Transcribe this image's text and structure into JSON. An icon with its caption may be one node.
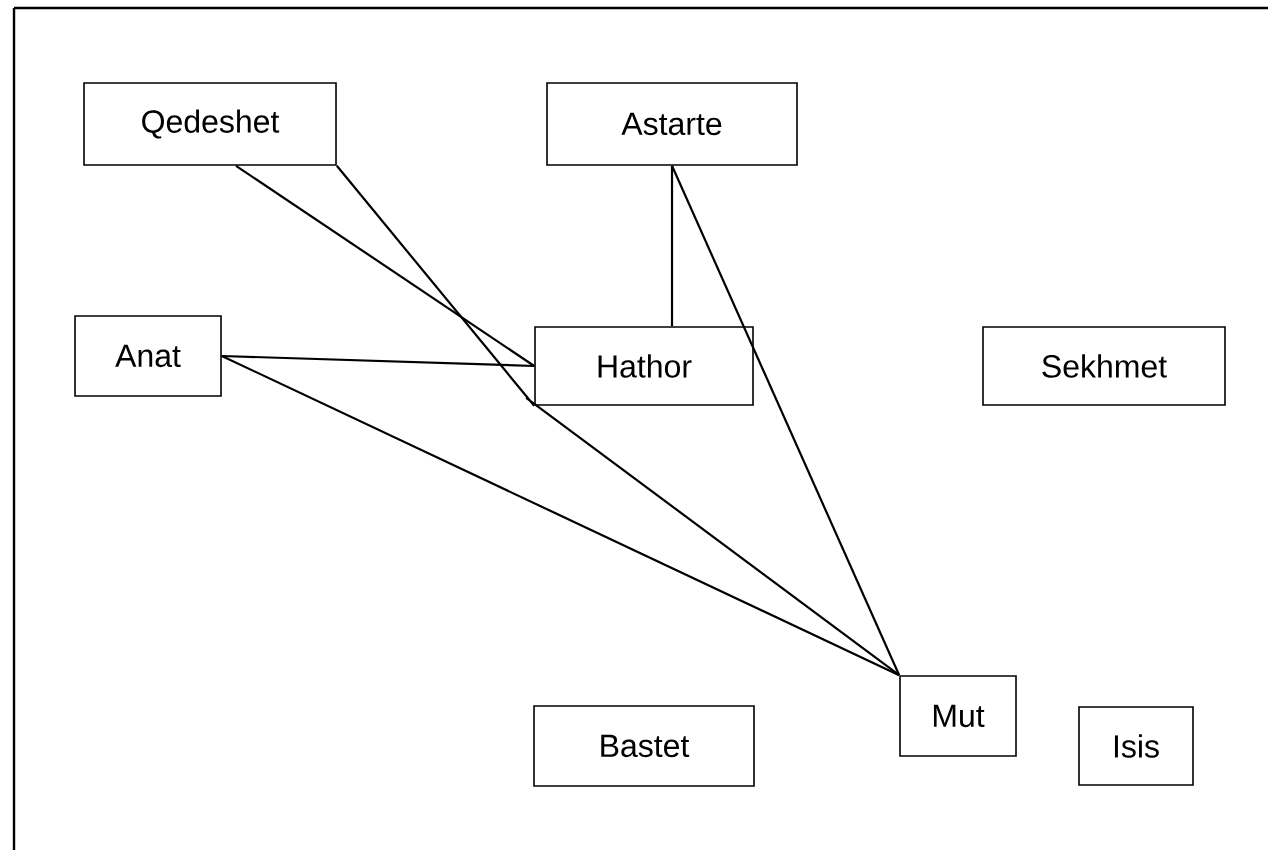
{
  "diagram": {
    "nodes": [
      {
        "text": [
          "Qedeshet"
        ]
      },
      {
        "text": [
          "Astarte"
        ]
      },
      {
        "text": [
          "Anat"
        ]
      },
      {
        "text": [
          "Hathor"
        ]
      },
      {
        "text": [
          "Sekhmet"
        ]
      },
      {
        "text": [
          "Bastet"
        ]
      },
      {
        "text": [
          "Mut"
        ]
      },
      {
        "text": [
          "Isis"
        ]
      }
    ],
    "edges": [
      {
        "from": 0,
        "to": 3,
        "arrow": "none"
      },
      {
        "from": 0,
        "to": 6,
        "arrow": "none"
      },
      {
        "from": 1,
        "to": 3,
        "arrow": "none"
      },
      {
        "from": 1,
        "to": 6,
        "arrow": "none"
      },
      {
        "from": 2,
        "to": 3,
        "arrow": "none"
      },
      {
        "from": 2,
        "to": 6,
        "arrow": "none"
      }
    ]
  }
}
